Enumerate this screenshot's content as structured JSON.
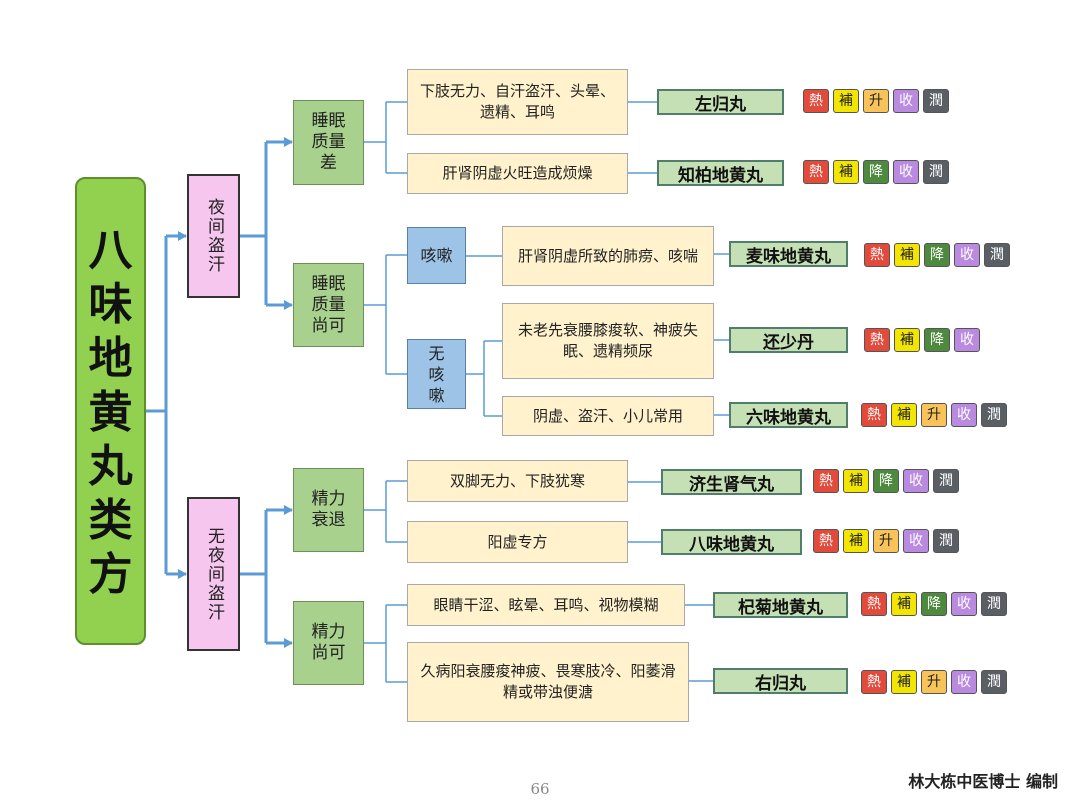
{
  "title": "八味地黄丸类方",
  "branches": {
    "night_sweat": "夜间盗汗",
    "no_night_sweat": "无夜间盗汗"
  },
  "sub_branches": {
    "sleep_poor": "睡眠质量差",
    "sleep_ok": "睡眠质量尚可",
    "energy_decline": "精力衰退",
    "energy_ok": "精力尚可"
  },
  "cough_branches": {
    "cough": "咳嗽",
    "no_cough": "无咳嗽"
  },
  "rows": [
    {
      "desc": "下肢无力、自汗盗汗、头晕、遗精、耳鸣",
      "formula": "左归丸",
      "tags": [
        "熱",
        "補",
        "升",
        "收",
        "潤"
      ]
    },
    {
      "desc": "肝肾阴虚火旺造成烦燥",
      "formula": "知柏地黄丸",
      "tags": [
        "熱",
        "補",
        "降",
        "收",
        "潤"
      ]
    },
    {
      "desc": "肝肾阴虚所致的肺痨、咳喘",
      "formula": "麦味地黄丸",
      "tags": [
        "熱",
        "補",
        "降",
        "收",
        "潤"
      ]
    },
    {
      "desc": "未老先衰腰膝痠软、神疲失眠、遗精频尿",
      "formula": "还少丹",
      "tags": [
        "熱",
        "補",
        "降",
        "收"
      ]
    },
    {
      "desc": "阴虚、盗汗、小儿常用",
      "formula": "六味地黄丸",
      "tags": [
        "熱",
        "補",
        "升",
        "收",
        "潤"
      ]
    },
    {
      "desc": "双脚无力、下肢犹寒",
      "formula": "济生肾气丸",
      "tags": [
        "熱",
        "補",
        "降",
        "收",
        "潤"
      ]
    },
    {
      "desc": "阳虚专方",
      "formula": "八味地黄丸",
      "tags": [
        "熱",
        "補",
        "升",
        "收",
        "潤"
      ]
    },
    {
      "desc": "眼睛干涩、眩晕、耳鸣、视物模糊",
      "formula": "杞菊地黄丸",
      "tags": [
        "熱",
        "補",
        "降",
        "收",
        "潤"
      ]
    },
    {
      "desc": "久病阳衰腰痠神疲、畏寒肢冷、阳萎滑精或带浊便溏",
      "formula": "右归丸",
      "tags": [
        "熱",
        "補",
        "升",
        "收",
        "潤"
      ]
    }
  ],
  "tag_colors": {
    "熱": "#e24b3b",
    "補": "#f2e600",
    "升": "#f8c45a",
    "降": "#4e8a3e",
    "收": "#b98ae0",
    "潤": "#5a5f66"
  },
  "tag_text_colors": {
    "熱": "#ffffff",
    "補": "#222222",
    "升": "#222222",
    "降": "#ffffff",
    "收": "#ffffff",
    "潤": "#ffffff"
  },
  "line_color": "#5b9bd5",
  "page_number": "66",
  "author": "林大栋中医博士 编制"
}
